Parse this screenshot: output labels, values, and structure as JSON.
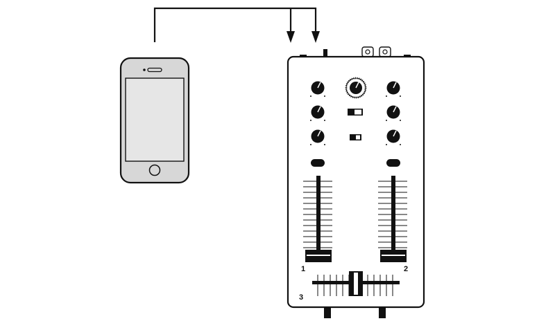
{
  "channel_labels": {
    "channel_1": "1",
    "channel_2": "2",
    "crossfader": "3"
  },
  "colors": {
    "line": "#111111",
    "phone_body": "#d7d7d7",
    "phone_screen": "#e6e6e6",
    "knob": "#111111",
    "mixer_body": "#ffffff"
  },
  "icons": [
    "smartphone-icon",
    "dj-mixer-icon",
    "audio-cable-icon"
  ]
}
